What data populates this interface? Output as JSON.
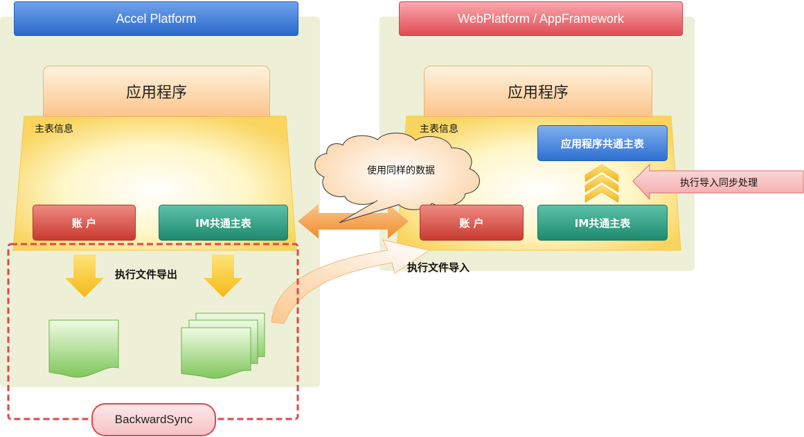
{
  "left": {
    "header": "Accel Platform",
    "app": "应用程序",
    "master_label": "主表信息",
    "account": "账 户",
    "im_master": "IM共通主表",
    "export_label": "执行文件导出",
    "sync": "BackwardSync"
  },
  "right": {
    "header": "WebPlatform / AppFramework",
    "app": "应用程序",
    "master_label": "主表信息",
    "app_common_master": "应用程序共通主表",
    "account": "账 户",
    "im_master": "IM共通主表",
    "import_label": "执行文件导入",
    "sync_process": "执行导入同步处理"
  },
  "callout": "使用同样的数据",
  "colors": {
    "panel": "#edf0d6",
    "header_left": "#2a68cc",
    "header_right": "#e24b54",
    "dashed_border": "#e04646"
  }
}
